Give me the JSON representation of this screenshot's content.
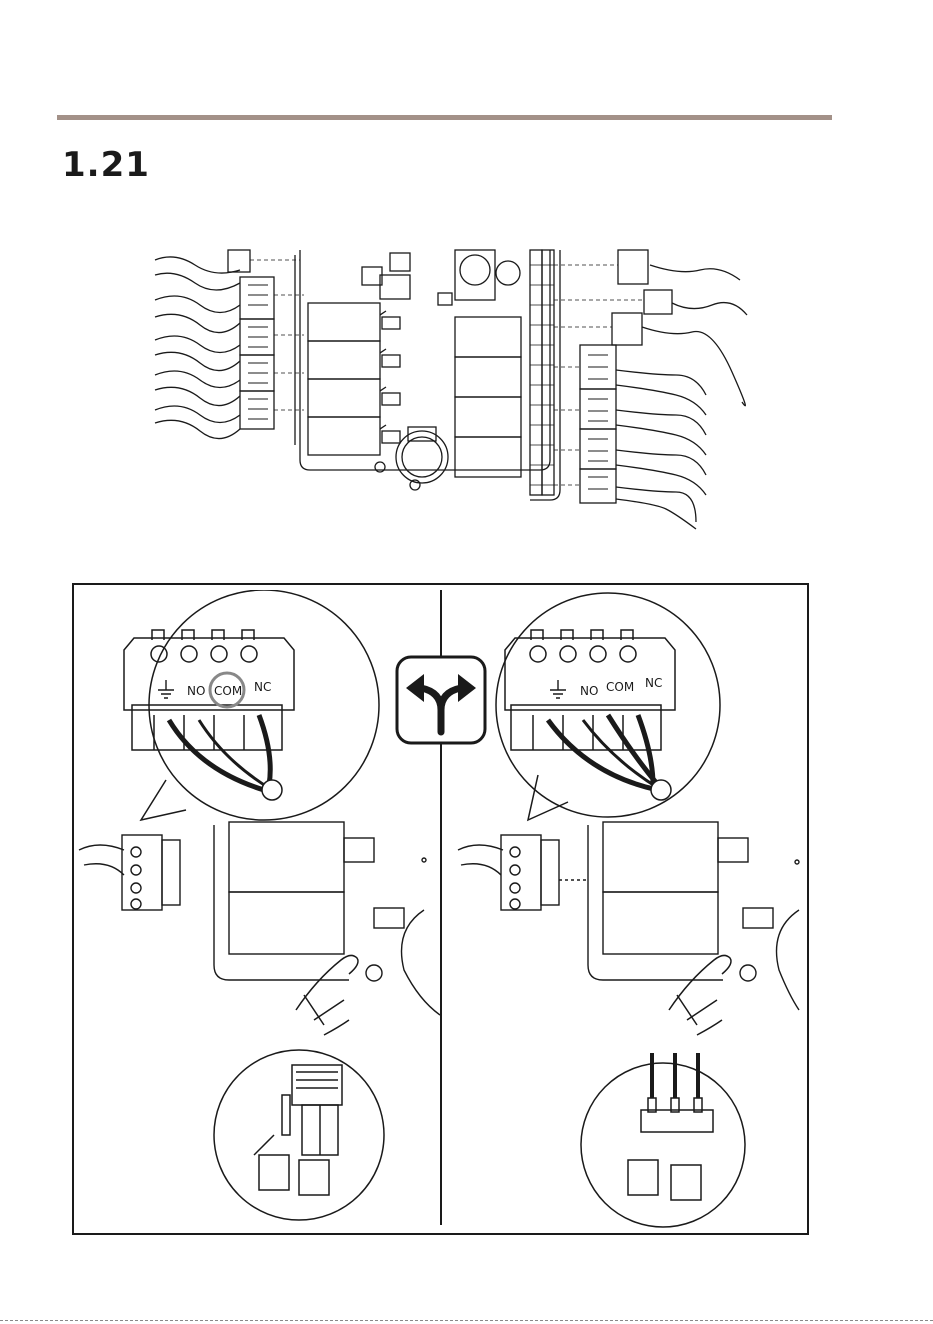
{
  "step": {
    "number": "1.21"
  },
  "detail_labels": {
    "left": {
      "no": "NO",
      "com": "COM",
      "nc": "NC"
    },
    "right": {
      "no": "NO",
      "com": "COM",
      "nc": "NC"
    }
  },
  "icons": {
    "choice": "fork-arrow-icon",
    "ground": "ground-symbol-icon",
    "hand": "pointing-hand-icon"
  },
  "colors": {
    "rule": "#a39188",
    "ink": "#1a1a1a",
    "highlight": "#888888"
  }
}
